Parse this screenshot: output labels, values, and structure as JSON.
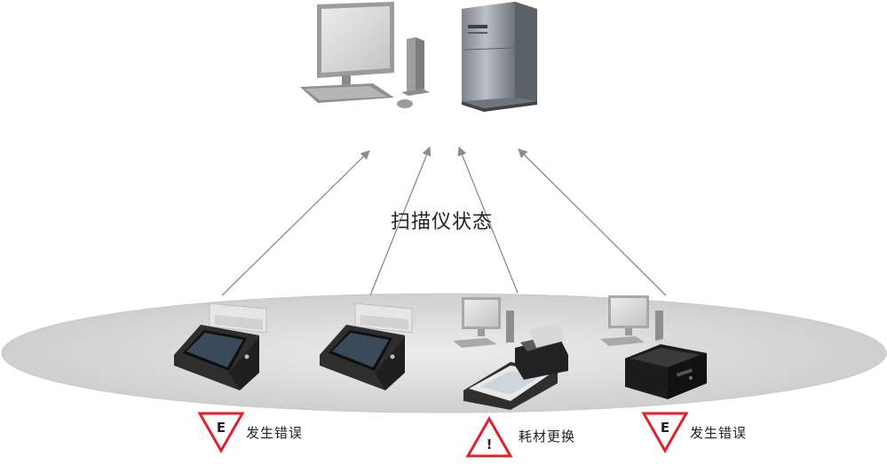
{
  "center_label": "扫描仪状态",
  "statuses": [
    {
      "symbol": "E",
      "text": "发生错误"
    },
    {
      "symbol": "!",
      "text": "耗材更换"
    },
    {
      "symbol": "E",
      "text": "发生错误"
    }
  ],
  "colors": {
    "arrow": "#8c8c8c",
    "ellipse_fill": "#d9d9d9",
    "warn_red": "#e0202a",
    "device_dark": "#2b2b2b"
  }
}
